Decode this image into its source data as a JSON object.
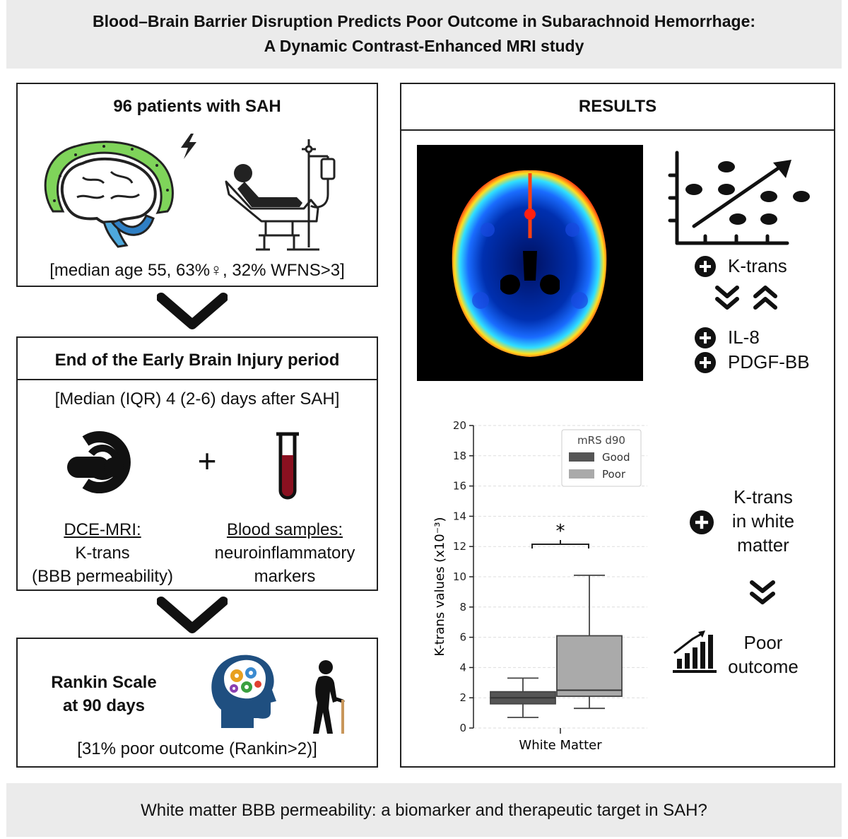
{
  "title": {
    "line1": "Blood–Brain Barrier Disruption Predicts Poor Outcome in Subarachnoid Hemorrhage:",
    "line2": "A Dynamic Contrast-Enhanced MRI study"
  },
  "box_patients": {
    "heading": "96 patients with SAH",
    "demographics": "[median age 55, 63%♀, 32% WFNS>3]",
    "icons": [
      "brain-with-hemorrhage-icon",
      "lightning-icon",
      "patient-in-bed-iv-icon"
    ]
  },
  "box_ebi": {
    "heading": "End of the Early Brain Injury period",
    "timing": "[Median (IQR) 4 (2-6) days after SAH]",
    "plus": "+",
    "left_label": "DCE-MRI:",
    "left_line2": "K-trans",
    "left_line3": "(BBB permeability)",
    "right_label": "Blood samples:",
    "right_line2": "neuroinflammatory",
    "right_line3": "markers",
    "icons": [
      "mri-scanner-icon",
      "blood-tube-icon"
    ]
  },
  "box_rankin": {
    "heading_line1": "Rankin Scale",
    "heading_line2": "at 90 days",
    "result": "[31% poor outcome (Rankin>2)]",
    "icons": [
      "head-with-gears-icon",
      "elderly-person-cane-icon"
    ]
  },
  "results": {
    "heading": "RESULTS",
    "correlation_items": [
      "K-trans",
      "IL-8",
      "PDGF-BB"
    ],
    "outcome_item_lines": [
      "K-trans",
      "in white",
      "matter"
    ],
    "outcome_lines": [
      "Poor",
      "outcome"
    ],
    "icons": [
      "ktrans-map-image",
      "scatter-trend-icon",
      "plus-circle-icon",
      "chevrons-down-icon",
      "chevrons-up-icon",
      "growth-bars-icon"
    ]
  },
  "chart_data": {
    "type": "box",
    "title": "",
    "xlabel": "White Matter",
    "ylabel": "K-trans values (x10⁻³)",
    "ylim": [
      0,
      20
    ],
    "yticks": [
      0,
      2,
      4,
      6,
      8,
      10,
      12,
      14,
      16,
      18,
      20
    ],
    "grid": true,
    "legend": {
      "title": "mRS d90",
      "position": "top-right",
      "entries": [
        "Good",
        "Poor"
      ]
    },
    "series": [
      {
        "name": "Good",
        "color": "#555555",
        "min": 0.7,
        "q1": 1.6,
        "median": 2.0,
        "q3": 2.4,
        "max": 3.3
      },
      {
        "name": "Poor",
        "color": "#aaaaaa",
        "min": 1.3,
        "q1": 2.1,
        "median": 2.5,
        "q3": 6.1,
        "max": 10.1
      }
    ],
    "significance": "*"
  },
  "conclusion": "White matter BBB permeability: a biomarker and therapeutic target in SAH?"
}
